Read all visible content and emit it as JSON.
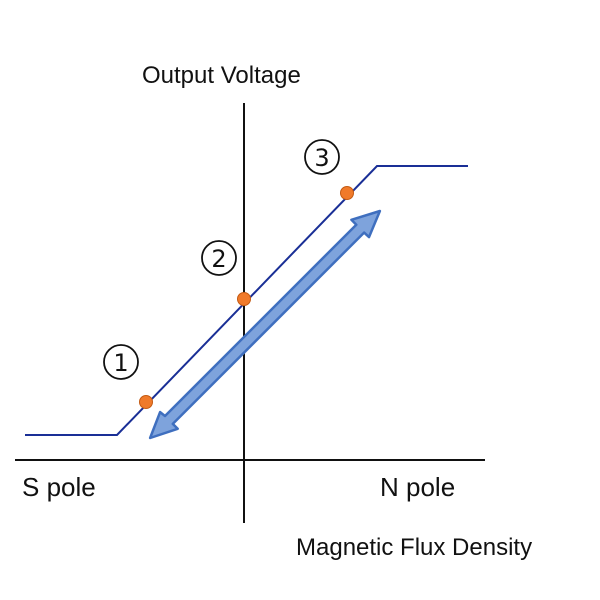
{
  "axes": {
    "y_label": "Output Voltage",
    "x_label": "Magnetic Flux Density",
    "left_end_label": "S pole",
    "right_end_label": "N pole"
  },
  "markers": [
    {
      "label": "1"
    },
    {
      "label": "2"
    },
    {
      "label": "3"
    }
  ],
  "colors": {
    "curve": "#1a2f96",
    "point": "#f07a2a",
    "point_outline": "#c45a12",
    "arrow_fill": "#7ea3dc",
    "arrow_stroke": "#3f6fbf",
    "axis": "#111111"
  }
}
